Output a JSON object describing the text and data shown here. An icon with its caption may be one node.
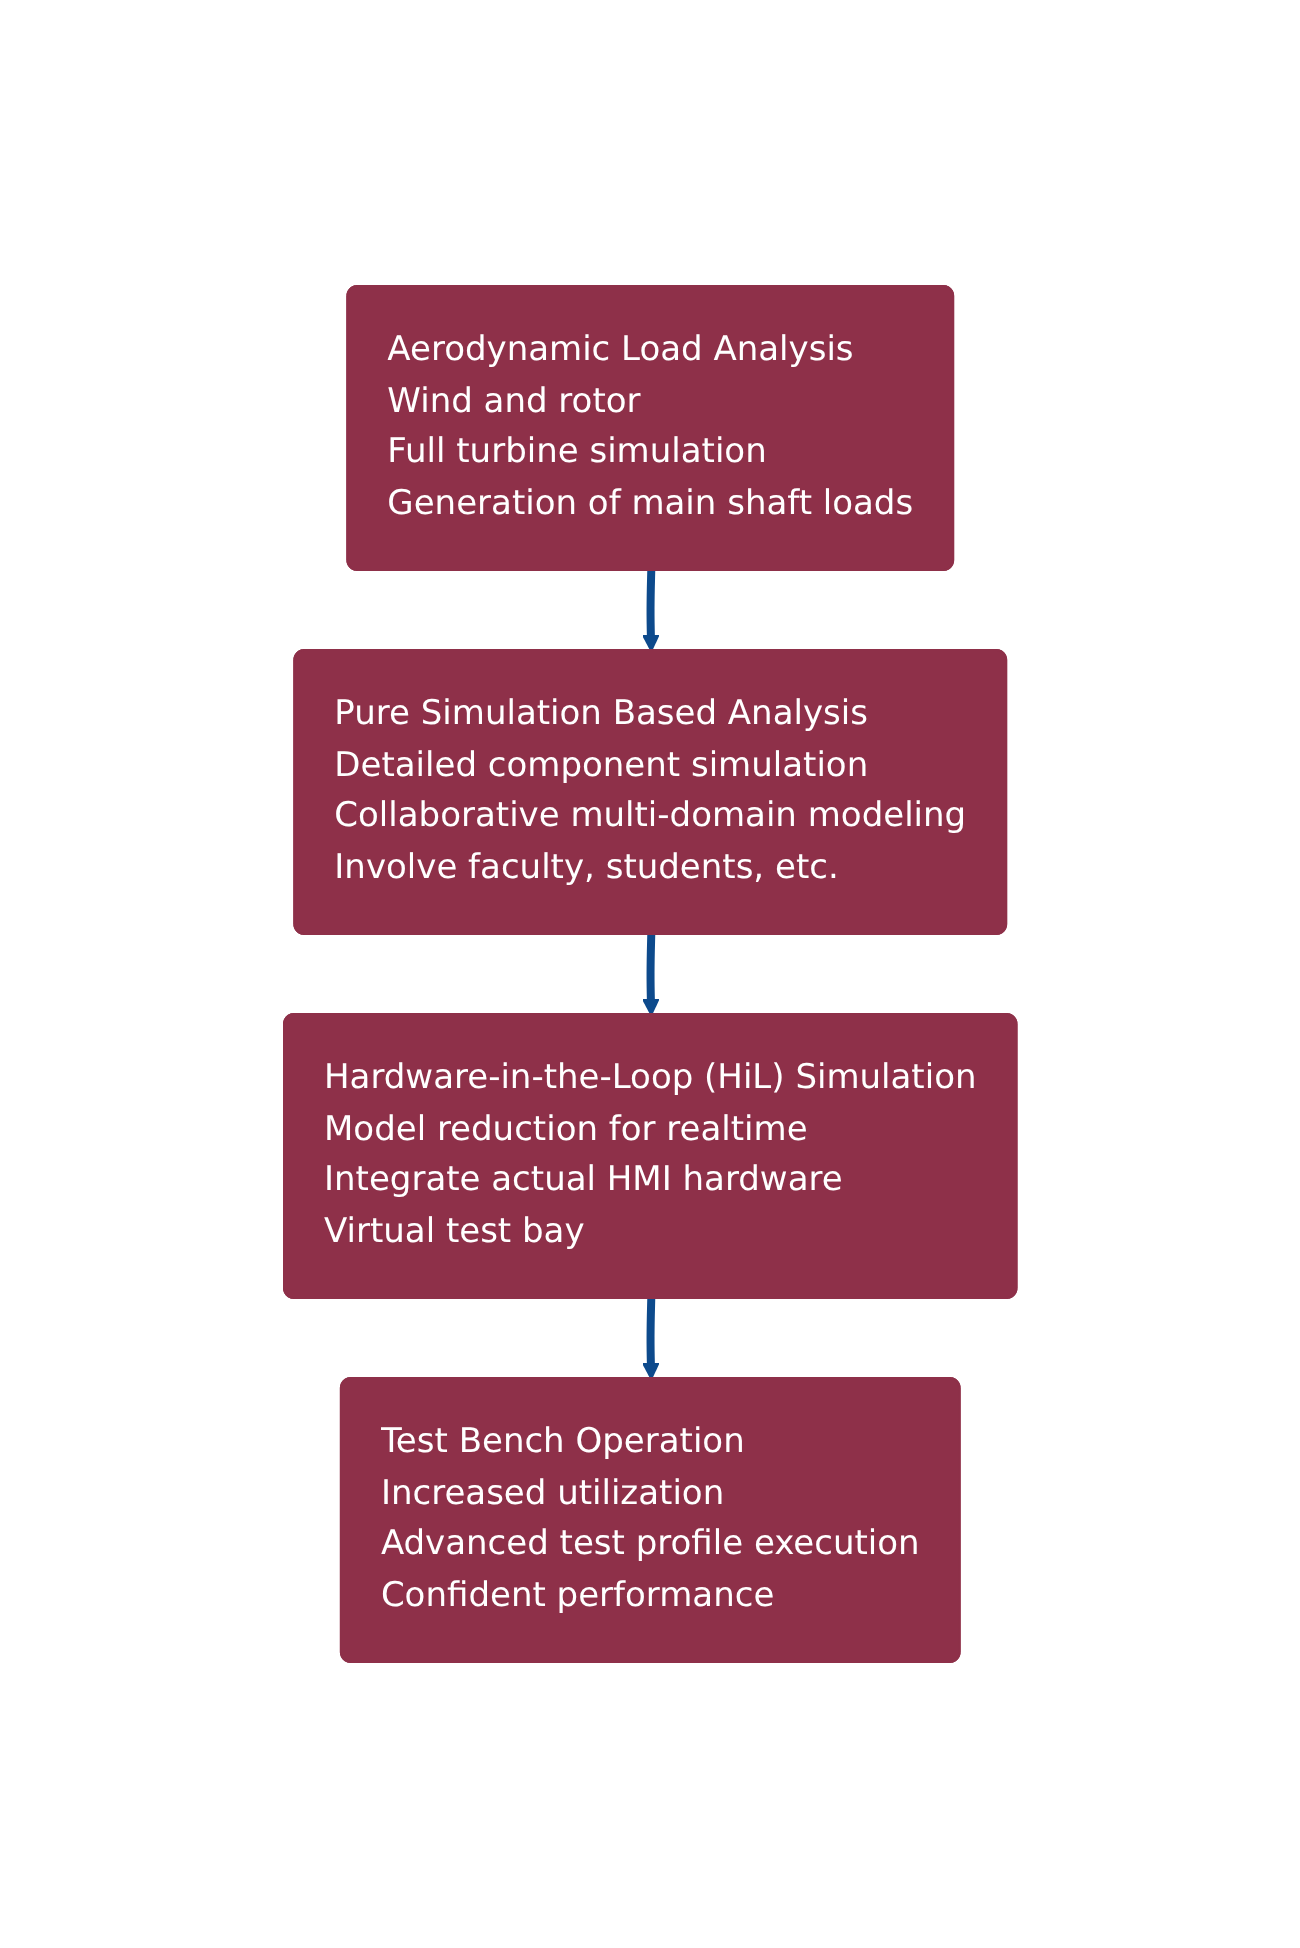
{
  "diagram": {
    "nodes": [
      {
        "text": [
          "Aerodynamic Load Analysis",
          "Wind and rotor",
          "Full turbine simulation",
          "Generation of main shaft loads"
        ]
      },
      {
        "text": [
          "Pure Simulation Based Analysis",
          "Detailed component simulation",
          "Collaborative multi-domain modeling",
          "Involve faculty, students, etc."
        ]
      },
      {
        "text": [
          "Hardware-in-the-Loop (HiL) Simulation",
          "Model reduction for realtime",
          "Integrate actual HMI hardware",
          "Virtual test bay"
        ]
      },
      {
        "text": [
          "Test Bench Operation",
          "Increased utilization",
          "Advanced test profile execution",
          "Confident performance"
        ]
      }
    ],
    "edges": [
      {
        "from": 0,
        "to": 1,
        "arrow": "to"
      },
      {
        "from": 1,
        "to": 2,
        "arrow": "to"
      },
      {
        "from": 2,
        "to": 3,
        "arrow": "to"
      }
    ]
  }
}
